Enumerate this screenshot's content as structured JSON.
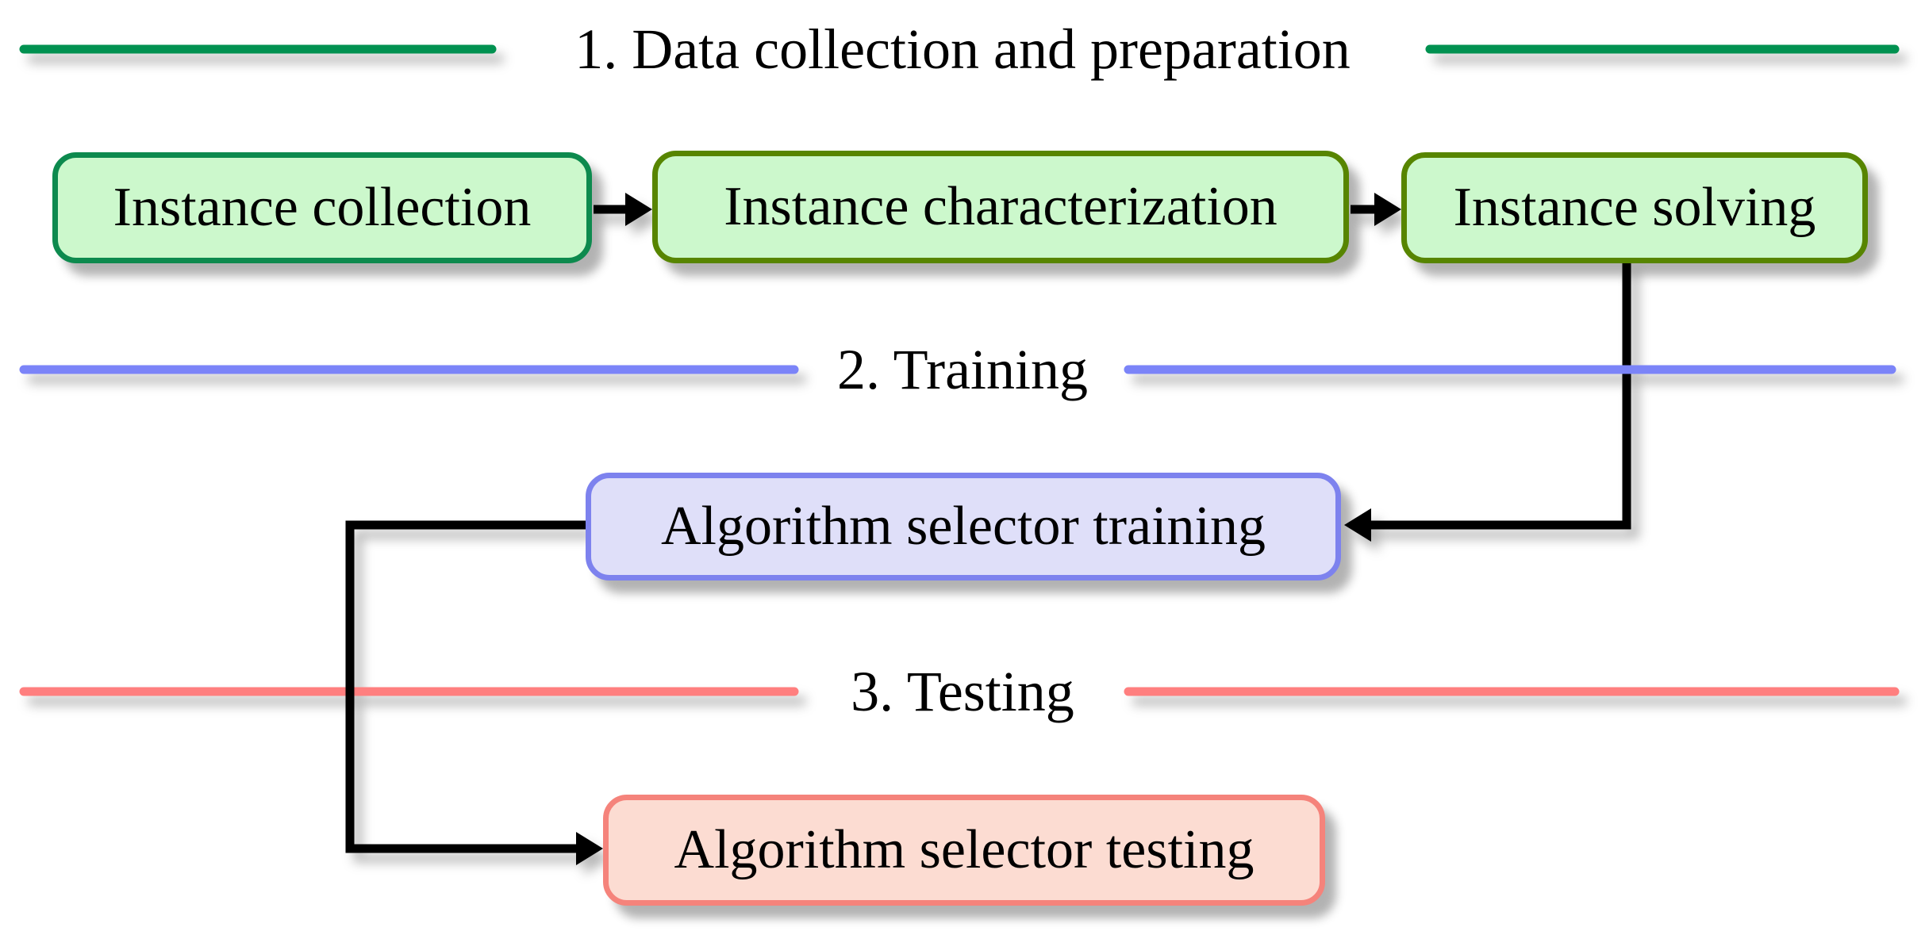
{
  "sections": {
    "s1": {
      "label": "1. Data collection and preparation"
    },
    "s2": {
      "label": "2. Training"
    },
    "s3": {
      "label": "3. Testing"
    }
  },
  "nodes": {
    "instance_collection": {
      "label": "Instance collection"
    },
    "instance_characterization": {
      "label": "Instance characterization"
    },
    "instance_solving": {
      "label": "Instance solving"
    },
    "selector_training": {
      "label": "Algorithm selector training"
    },
    "selector_testing": {
      "label": "Algorithm selector testing"
    }
  },
  "edges": [
    {
      "from": "instance_collection",
      "to": "instance_characterization"
    },
    {
      "from": "instance_characterization",
      "to": "instance_solving"
    },
    {
      "from": "instance_solving",
      "to": "selector_training"
    },
    {
      "from": "selector_training",
      "to": "selector_testing"
    }
  ],
  "colors": {
    "section1_rule": "#009150",
    "section2_rule": "#7b84f8",
    "section3_rule": "#ff7f7f",
    "green_box_fill": "#ccf8cc",
    "green_box_border_teal": "#0d8a4e",
    "green_box_border_olive": "#578500",
    "blue_box_fill": "#dfdff9",
    "blue_box_border": "#7d82ee",
    "red_box_fill": "#fcdcd2",
    "red_box_border": "#f5837b",
    "connector": "#000000"
  }
}
